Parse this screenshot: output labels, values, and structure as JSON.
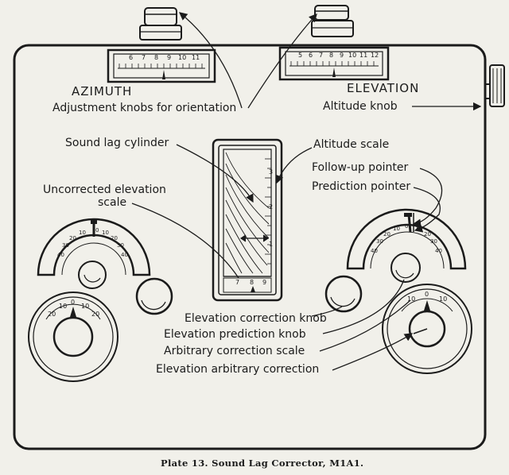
{
  "labels": {
    "azimuth": "AZIMUTH",
    "adjustment_knobs": "Adjustment knobs for orientation",
    "elevation": "ELEVATION",
    "altitude_knob": "Altitude knob",
    "sound_lag_cylinder": "Sound lag cylinder",
    "altitude_scale": "Altitude scale",
    "follow_up_pointer": "Follow-up pointer",
    "prediction_pointer": "Prediction pointer",
    "uncorrected_elevation_scale_1": "Uncorrected elevation",
    "uncorrected_elevation_scale_2": "scale",
    "elevation_correction_knob": "Elevation correction knob",
    "elevation_prediction_knob": "Elevation prediction knob",
    "arbitrary_correction_scale": "Arbitrary correction scale",
    "elevation_arbitrary_correction": "Elevation arbitrary correction"
  },
  "caption": "Plate 13.  Sound Lag Corrector, M1A1.",
  "scales": {
    "azimuth_ticks": [
      "6",
      "7",
      "8",
      "9",
      "10",
      "11"
    ],
    "elevation_ticks": [
      "5",
      "6",
      "7",
      "8",
      "9",
      "10",
      "11",
      "12"
    ],
    "cylinder_side_ticks": [
      "3",
      "2",
      "1"
    ],
    "cylinder_bottom_ticks": [
      "7",
      "8",
      "9"
    ],
    "left_arc_ticks": [
      "40",
      "30",
      "20",
      "10",
      "0",
      "10",
      "20",
      "30",
      "40"
    ],
    "right_arc_ticks": [
      "40",
      "30",
      "20",
      "10",
      "0",
      "10",
      "20",
      "30",
      "40"
    ],
    "left_dial_ticks": [
      "20",
      "10",
      "0",
      "10",
      "20"
    ],
    "right_dial_ticks": [
      "10",
      "0",
      "10"
    ]
  },
  "colors": {
    "ink": "#1b1b1b",
    "paper": "#f1f0ea"
  }
}
